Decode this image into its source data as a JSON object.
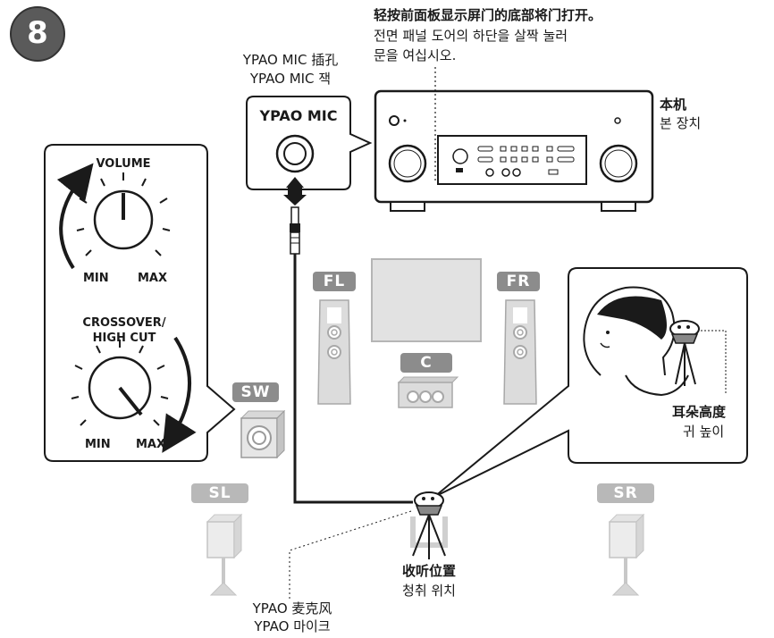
{
  "step": {
    "number": "8"
  },
  "door_note": {
    "zh": "轻按前面板显示屏门的底部将门打开。",
    "ko_line1": "전면 패널 도어의 하단을 살짝 눌러",
    "ko_line2": "문을 여십시오."
  },
  "mic_jack": {
    "zh": "YPAO MIC 插孔",
    "ko": "YPAO MIC 잭",
    "panel_label": "YPAO MIC"
  },
  "unit": {
    "zh": "本机",
    "ko": "본 장치"
  },
  "subwoofer_panel": {
    "volume": {
      "title": "VOLUME",
      "min": "MIN",
      "max": "MAX"
    },
    "crossover": {
      "title_line1": "CROSSOVER/",
      "title_line2": "HIGH CUT",
      "min": "MIN",
      "max": "MAX"
    }
  },
  "speakers": {
    "fl": "FL",
    "fr": "FR",
    "center": "C",
    "subwoofer": "SW",
    "surround_left": "SL",
    "surround_right": "SR"
  },
  "ear_height": {
    "zh": "耳朵高度",
    "ko": "귀 높이"
  },
  "listening_position": {
    "zh": "收听位置",
    "ko": "청취 위치"
  },
  "microphone": {
    "zh": "YPAO 麦克风",
    "ko": "YPAO 마이크"
  },
  "colors": {
    "badge": "#5a5a5a",
    "tag_dark": "#8c8c8c",
    "tag_light": "#b8b8b8",
    "line": "#1a1a1a"
  }
}
